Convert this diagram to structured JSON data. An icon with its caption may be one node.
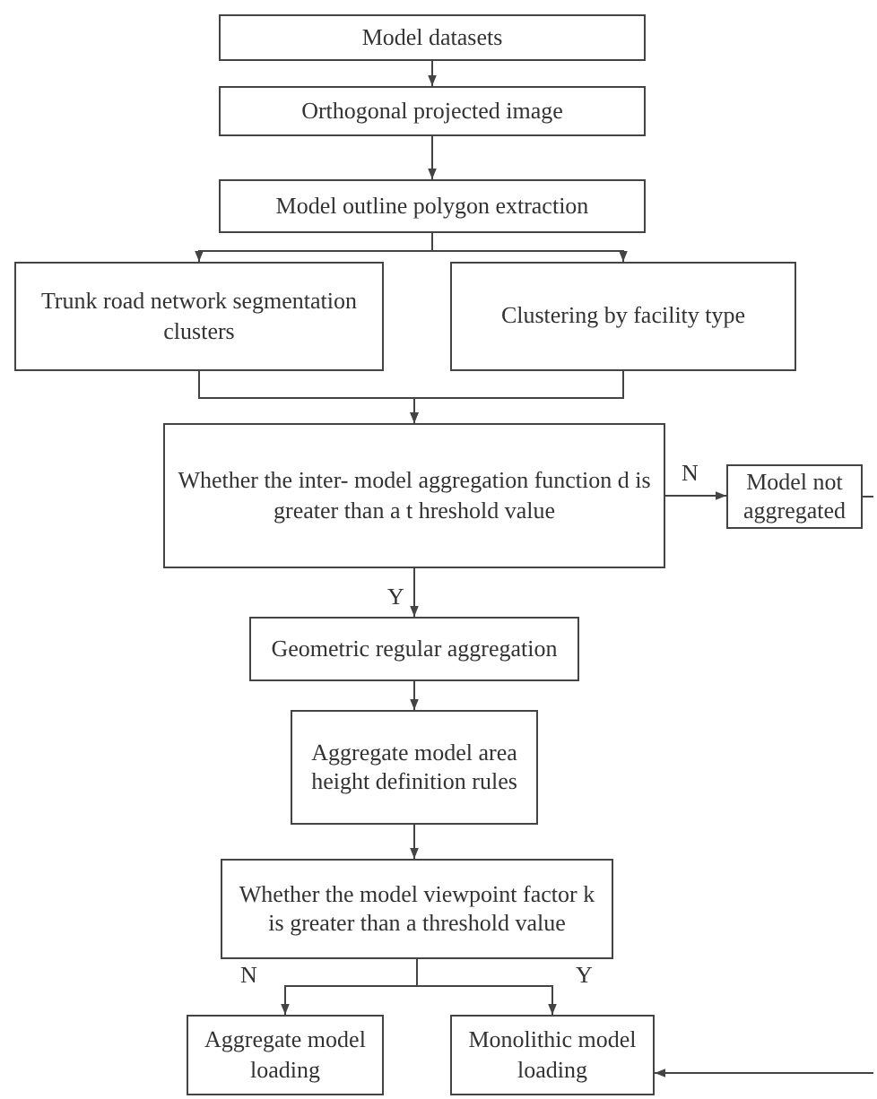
{
  "diagram": {
    "nodes": [
      {
        "text": [
          "Model datasets"
        ]
      },
      {
        "text": [
          "Orthogonal projected image"
        ]
      },
      {
        "text": [
          "Model outline polygon extraction"
        ]
      },
      {
        "text": [
          "Trunk road network segmentation clusters"
        ]
      },
      {
        "text": [
          "Clustering by facility type"
        ]
      },
      {
        "text": [
          "Whether the inter- model aggregation function d is greater than a t hreshold value"
        ]
      },
      {
        "text": [
          "Model not aggregated"
        ]
      },
      {
        "text": [
          "Geometric regular aggregation"
        ]
      },
      {
        "text": [
          "Aggregate model area height definition rules"
        ]
      },
      {
        "text": [
          "Whether the model viewpoint factor k is greater than a threshold value"
        ]
      },
      {
        "text": [
          "Aggregate model loading"
        ]
      },
      {
        "text": [
          "Monolithic model loading"
        ]
      }
    ],
    "edges": [
      {
        "from": 0,
        "to": 1,
        "arrow": "to"
      },
      {
        "from": 1,
        "to": 2,
        "arrow": "to"
      },
      {
        "from": 2,
        "to": 3,
        "arrow": "to"
      },
      {
        "from": 2,
        "to": 4,
        "arrow": "to"
      },
      {
        "from": 3,
        "to": 5,
        "arrow": "to"
      },
      {
        "from": 4,
        "to": 5,
        "arrow": "to"
      },
      {
        "from": 5,
        "to": 6,
        "arrow": "to",
        "label": "N"
      },
      {
        "from": 5,
        "to": 7,
        "arrow": "to",
        "label": "Y"
      },
      {
        "from": 7,
        "to": 8,
        "arrow": "to"
      },
      {
        "from": 8,
        "to": 9,
        "arrow": "to"
      },
      {
        "from": 9,
        "to": 10,
        "arrow": "to",
        "label": "N"
      },
      {
        "from": 9,
        "to": 11,
        "arrow": "to",
        "label": "Y"
      },
      {
        "from": 6,
        "to": null,
        "arrow": "none"
      },
      {
        "from": null,
        "to": 11,
        "arrow": "to"
      }
    ]
  }
}
